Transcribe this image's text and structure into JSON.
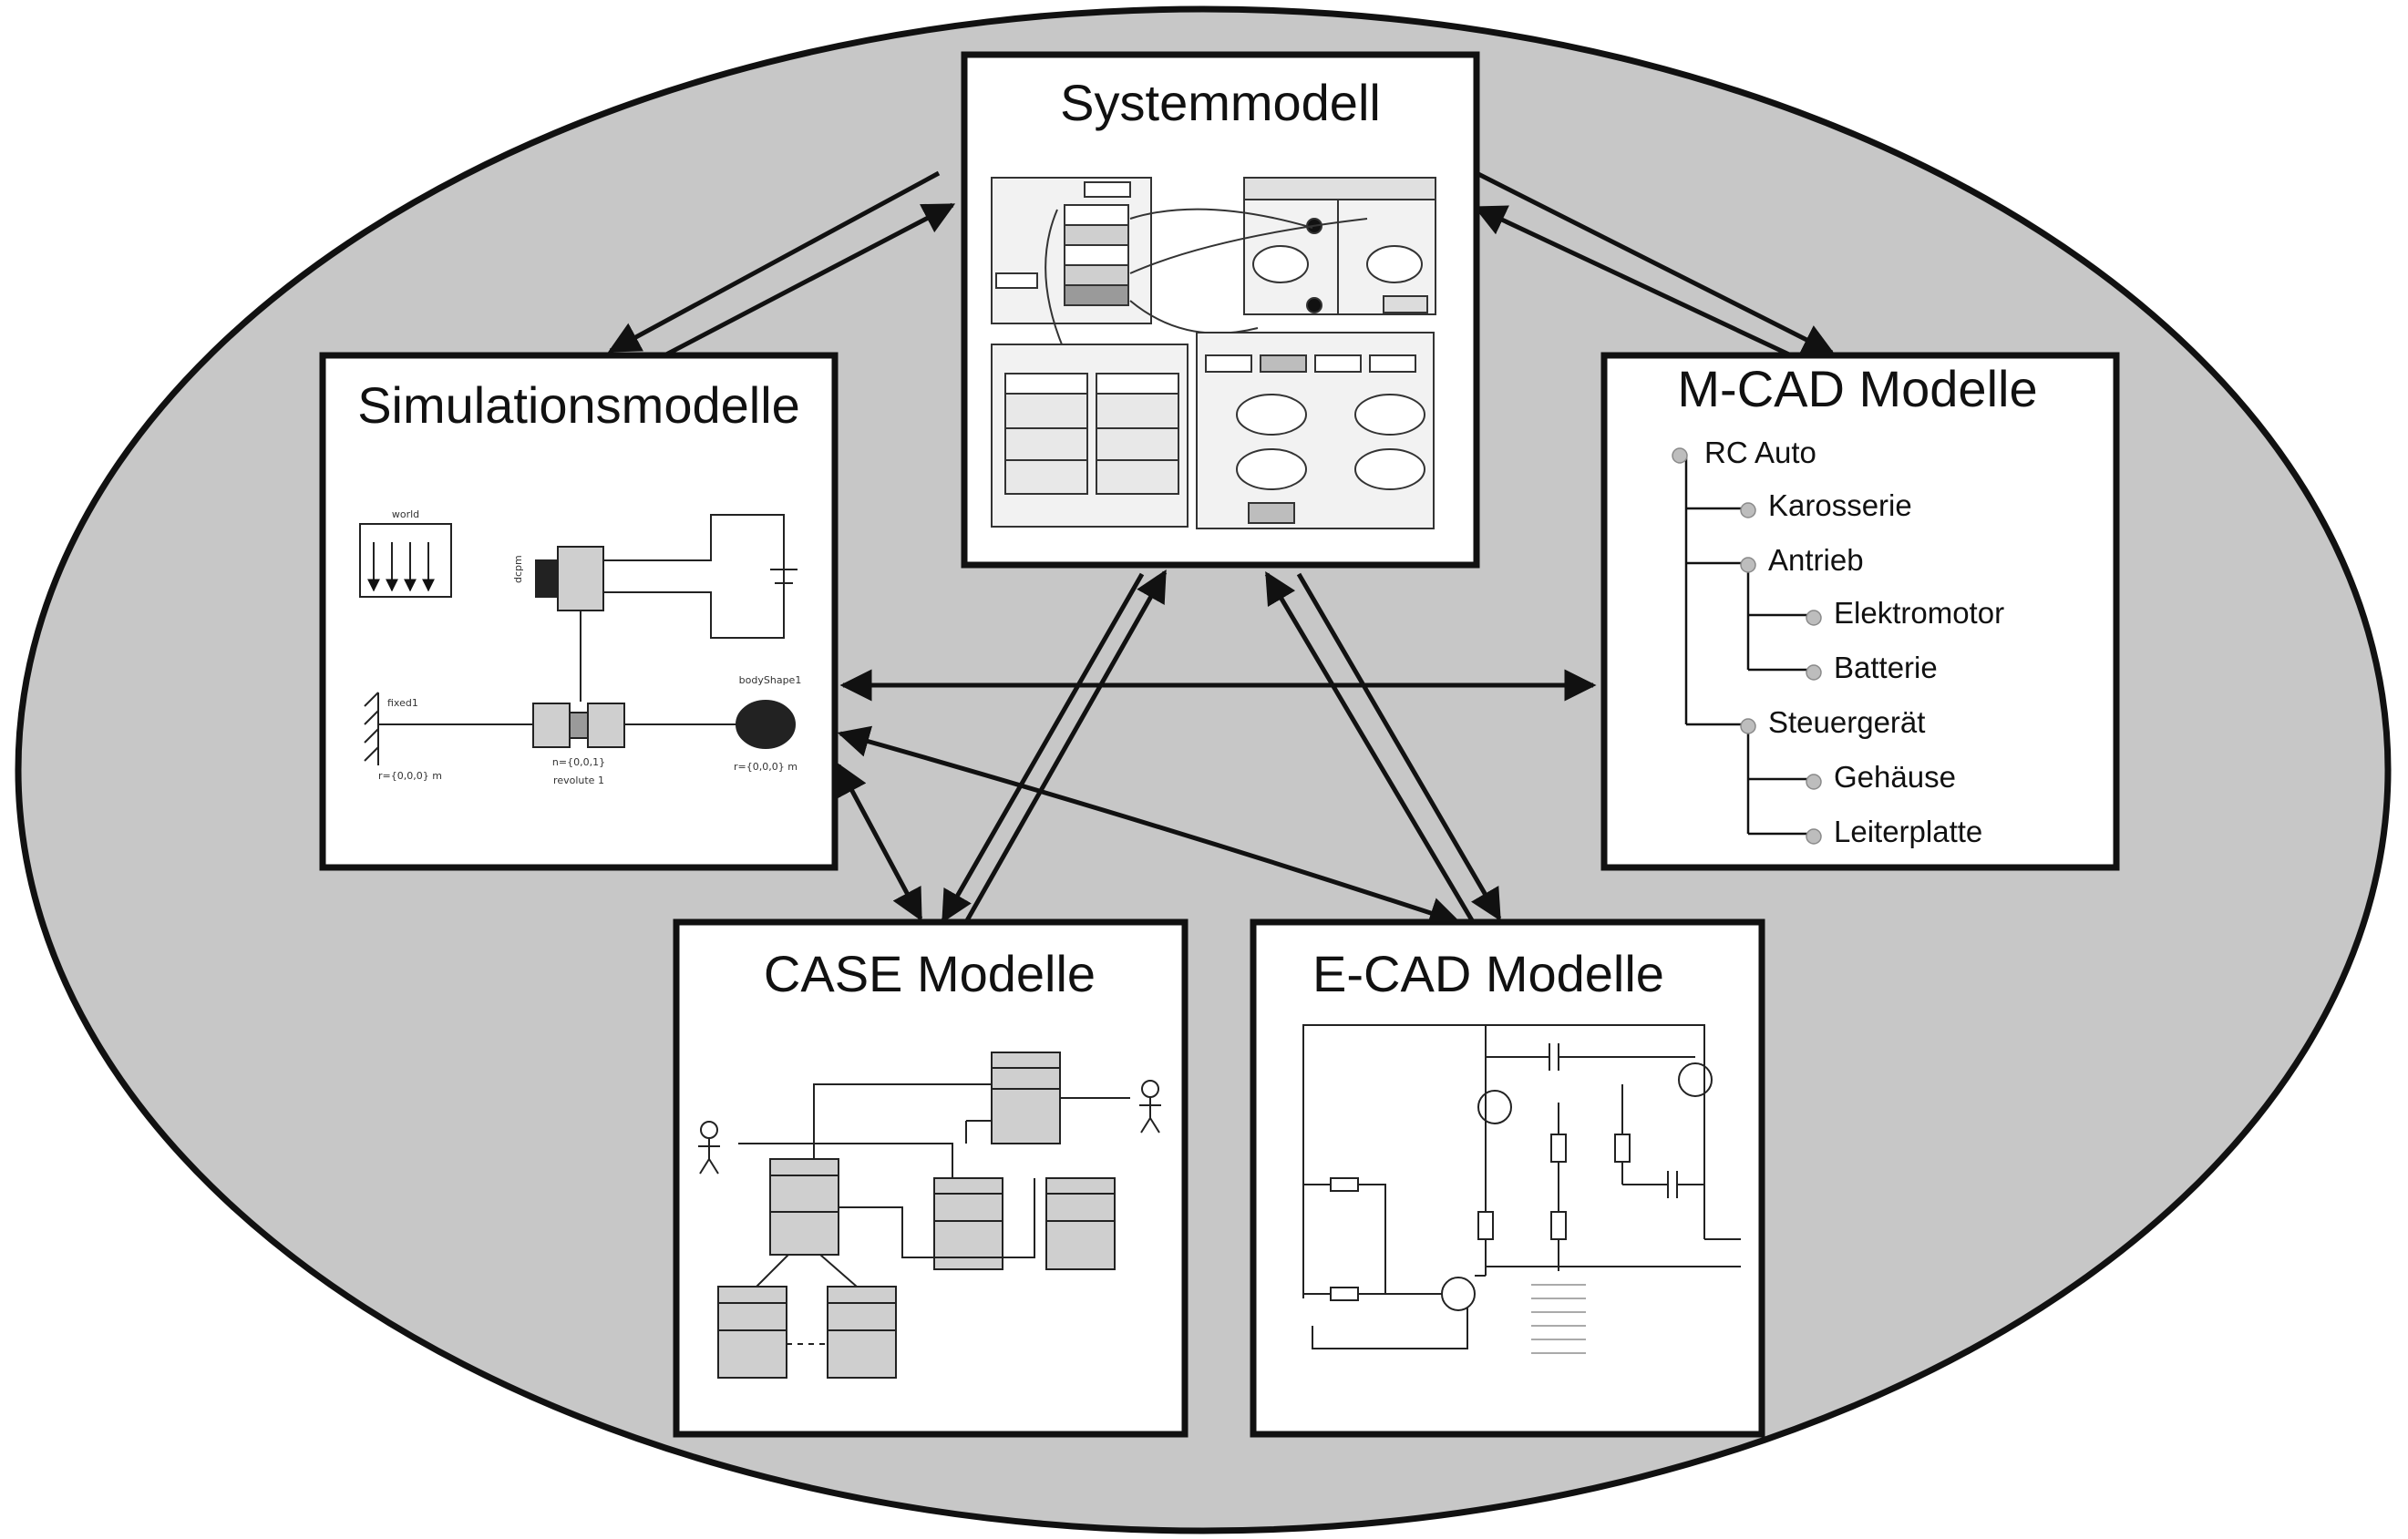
{
  "colors": {
    "background": "#ffffff",
    "ellipse_fill": "#c7c7c7",
    "line": "#111111",
    "panel_fill": "#ffffff",
    "shade": "#bdbdbd"
  },
  "icons": [
    "stick-figure-icon",
    "transistor-icon",
    "resistor-icon",
    "capacitor-icon",
    "tree-node-bullet-icon",
    "motor-icon"
  ],
  "panels": {
    "system": {
      "title": "Systemmodell"
    },
    "simulation": {
      "title": "Simulationsmodelle",
      "labels": {
        "world": "world",
        "fixed": "fixed1",
        "body": "bodyShape1",
        "revolute": "revolute 1",
        "coord_a": "r={0,0,0} m",
        "coord_b": "n={0,0,1}",
        "coord_c": "r={0,0,0} m",
        "motor": "dcpm"
      }
    },
    "mcad": {
      "title": "M-CAD Modelle",
      "tree": [
        "RC Auto",
        "Karosserie",
        "Antrieb",
        "Elektromotor",
        "Batterie",
        "Steuergerät",
        "Gehäuse",
        "Leiterplatte"
      ]
    },
    "case": {
      "title": "CASE Modelle"
    },
    "ecad": {
      "title": "E-CAD Modelle"
    }
  }
}
